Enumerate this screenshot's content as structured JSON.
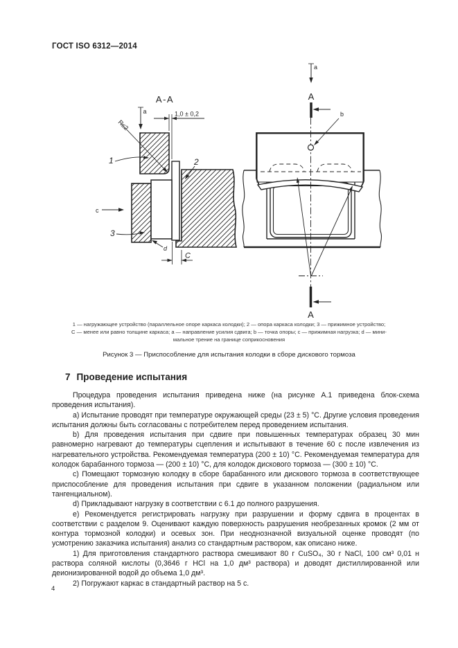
{
  "colors": {
    "ink": "#1c1c1c",
    "paper": "#ffffff"
  },
  "page": {
    "header": "ГОСТ ISO 6312—2014",
    "page_number": "4"
  },
  "figure": {
    "left_drawing": {
      "title": "A-A",
      "gap_dim": "1,0 ± 0,2",
      "radius_label": "R≤2",
      "pos1": "1",
      "pos2": "2",
      "pos3": "3",
      "lbl_a": "a",
      "lbl_c": "c",
      "lbl_d": "d",
      "dim_c": "C"
    },
    "right_drawing": {
      "lbl_a": "a",
      "lbl_b": "b",
      "section_mark_top": "A",
      "section_mark_bottom": "A"
    },
    "legend_lines": [
      "1 — нагружающее устройство (параллельное опоре каркаса колодки); 2 — опора каркаса колодки; 3 — прижимное устройство;",
      "C — менее или равно толщине каркаса; a — направление усилия сдвига; b — точка опоры; c — прижимная нагрузка; d — мини-",
      "мальное трение на границе соприкосновения"
    ],
    "caption": "Рисунок 3 — Приспособление для испытания колодки в сборе дискового тормоза"
  },
  "section": {
    "number": "7",
    "title": "Проведение испытания",
    "paragraphs": [
      "Процедура проведения испытания приведена ниже (на рисунке А.1 приведена блок-схема проведения испытания).",
      "a) Испытание проводят при температуре окружающей среды (23 ± 5) °С. Другие условия проведения испытания должны быть согласованы с потребителем перед проведением испытания.",
      "b) Для проведения испытания при сдвиге при повышенных температурах образец 30 мин равномерно нагревают до температуры сцепления и испытывают в течение 60 с после извлечения из нагревательного устройства. Рекомендуемая температура (200 ± 10) °С. Рекомендуемая температура для колодок барабанного тормоза — (200 ± 10) °С, для колодок дискового тормоза — (300 ± 10) °С.",
      "c) Помещают тормозную колодку в сборе барабанного или дискового тормоза в соответствующее приспособление для проведения испытания при сдвиге в указанном положении (радиальном или тангенциальном).",
      "d) Прикладывают нагрузку в соответствии с 6.1 до полного разрушения.",
      "e) Рекомендуется регистрировать нагрузку при разрушении и форму сдвига в процентах в соответствии с разделом 9. Оценивают каждую поверхность разрушения необрезанных кромок (2 мм от контура тормозной колодки) и осевых зон. При неоднозначной визуальной оценке проводят (по усмотрению заказчика испытания) анализ со стандартным раствором, как описано ниже.",
      "1) Для приготовления стандартного раствора смешивают 80 г CuSO₄, 30 г NaCl, 100 см³ 0,01 н раствора соляной кислоты (0,3646 г HCl на 1,0 дм³ раствора) и доводят дистиллированной или деионизированной водой до объема 1,0 дм³.",
      "2) Погружают каркас в стандартный раствор на 5 с."
    ]
  }
}
